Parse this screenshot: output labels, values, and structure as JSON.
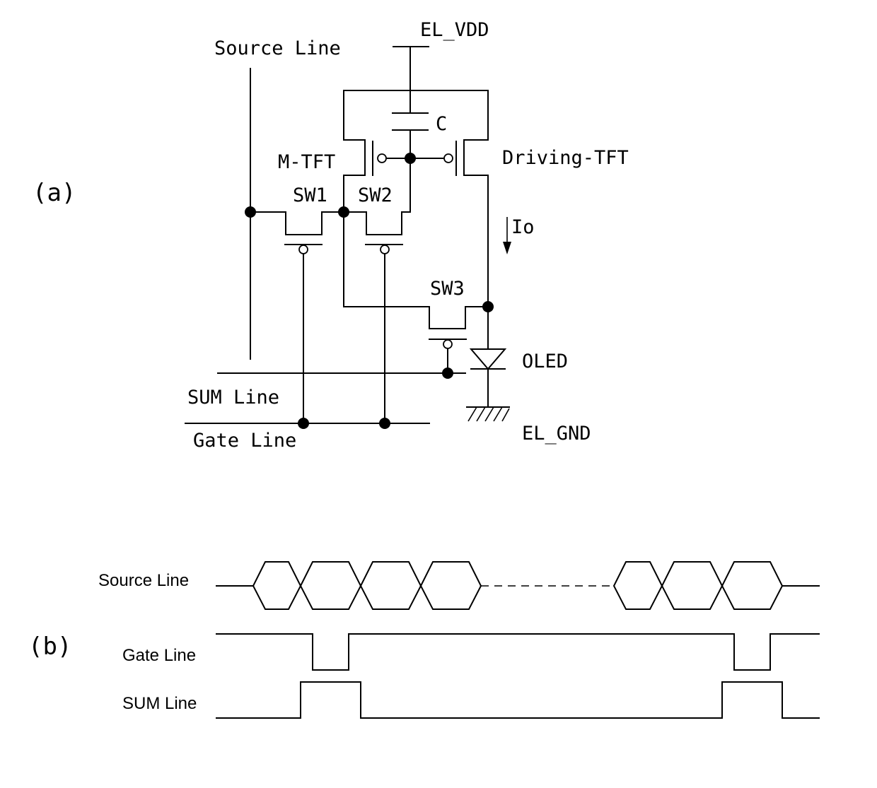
{
  "panel_a": {
    "label": "(a)",
    "source_line": "Source Line",
    "el_vdd": "EL_VDD",
    "capacitor": "C",
    "m_tft": "M-TFT",
    "driving_tft": "Driving-TFT",
    "sw1": "SW1",
    "sw2": "SW2",
    "sw3": "SW3",
    "current": "Io",
    "oled": "OLED",
    "sum_line": "SUM Line",
    "gate_line": "Gate Line",
    "el_gnd": "EL_GND"
  },
  "panel_b": {
    "label": "(b)",
    "source_line": "Source Line",
    "gate_line": "Gate Line",
    "sum_line": "SUM Line"
  }
}
